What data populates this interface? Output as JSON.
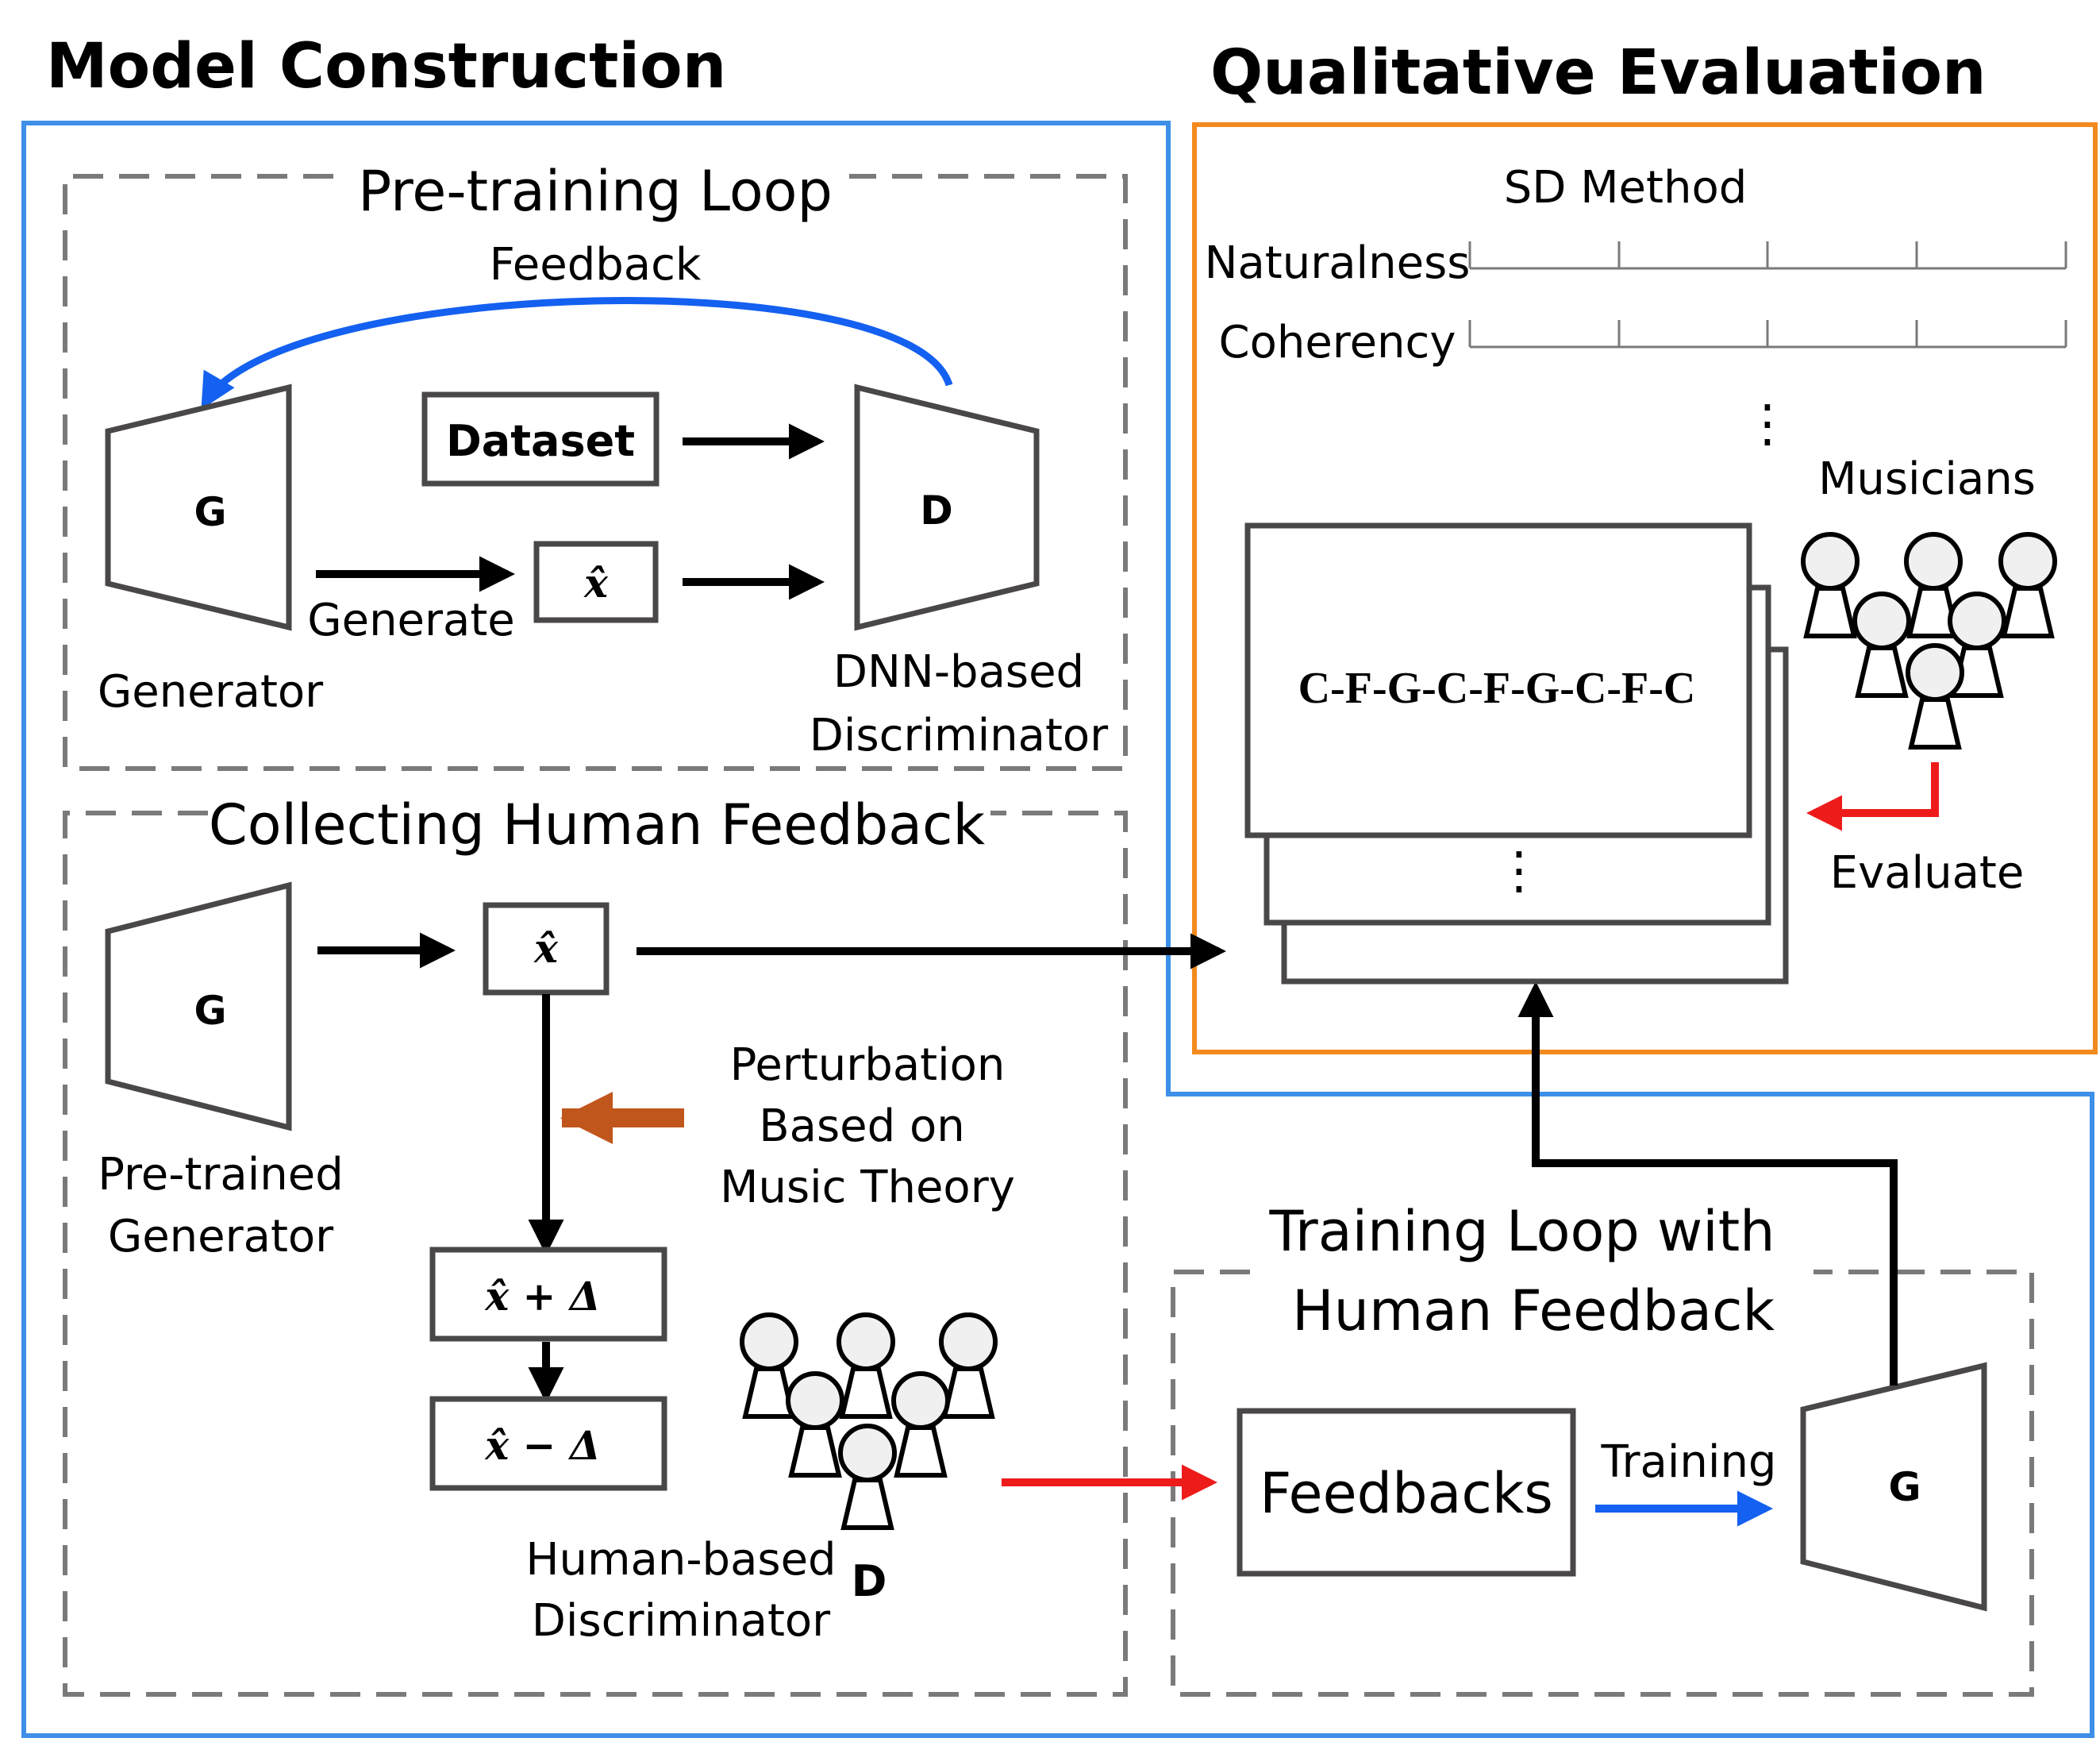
{
  "sections": {
    "model_construction_title": "Model Construction",
    "qualitative_evaluation_title": "Qualitative Evaluation"
  },
  "pretraining": {
    "title": "Pre-training Loop",
    "feedback_label": "Feedback",
    "generator_letter": "G",
    "generator_label": "Generator",
    "dataset_label": "Dataset",
    "generate_label": "Generate",
    "sample_label": "x̂",
    "discriminator_letter": "D",
    "discriminator_label_line1": "DNN-based",
    "discriminator_label_line2": "Discriminator"
  },
  "human_feedback": {
    "title": "Collecting Human Feedback",
    "generator_letter": "G",
    "generator_label_line1": "Pre-trained",
    "generator_label_line2": "Generator",
    "sample_label": "x̂",
    "perturb_line1": "Perturbation",
    "perturb_line2": "Based on",
    "perturb_line3": "Music Theory",
    "plus_label": "x̂ + Δ",
    "minus_label": "x̂ − Δ",
    "discriminator_line1": "Human-based",
    "discriminator_line2": "Discriminator",
    "discriminator_letter": "D"
  },
  "training_loop": {
    "title_line1": "Training Loop with",
    "title_line2": "Human Feedback",
    "feedbacks_label": "Feedbacks",
    "training_label": "Training",
    "generator_letter": "G"
  },
  "evaluation": {
    "sd_method_label": "SD Method",
    "scale_1": "Naturalness",
    "scale_2": "Coherency",
    "vertical_dots": "⋮",
    "musicians_label": "Musicians",
    "chord_sequence": "C-F-G-C-F-G-C-F-C",
    "card_dots": "⋮",
    "evaluate_label": "Evaluate"
  },
  "colors": {
    "blue_frame": "#3d8fe8",
    "orange_frame": "#f28a1e",
    "dashed_gray": "#7a7a7a",
    "shape_stroke": "#4a4748",
    "feedback_arrow_blue": "#1460f0",
    "red_arrow": "#ee1b1b",
    "perturb_arrow": "#c0561c"
  }
}
